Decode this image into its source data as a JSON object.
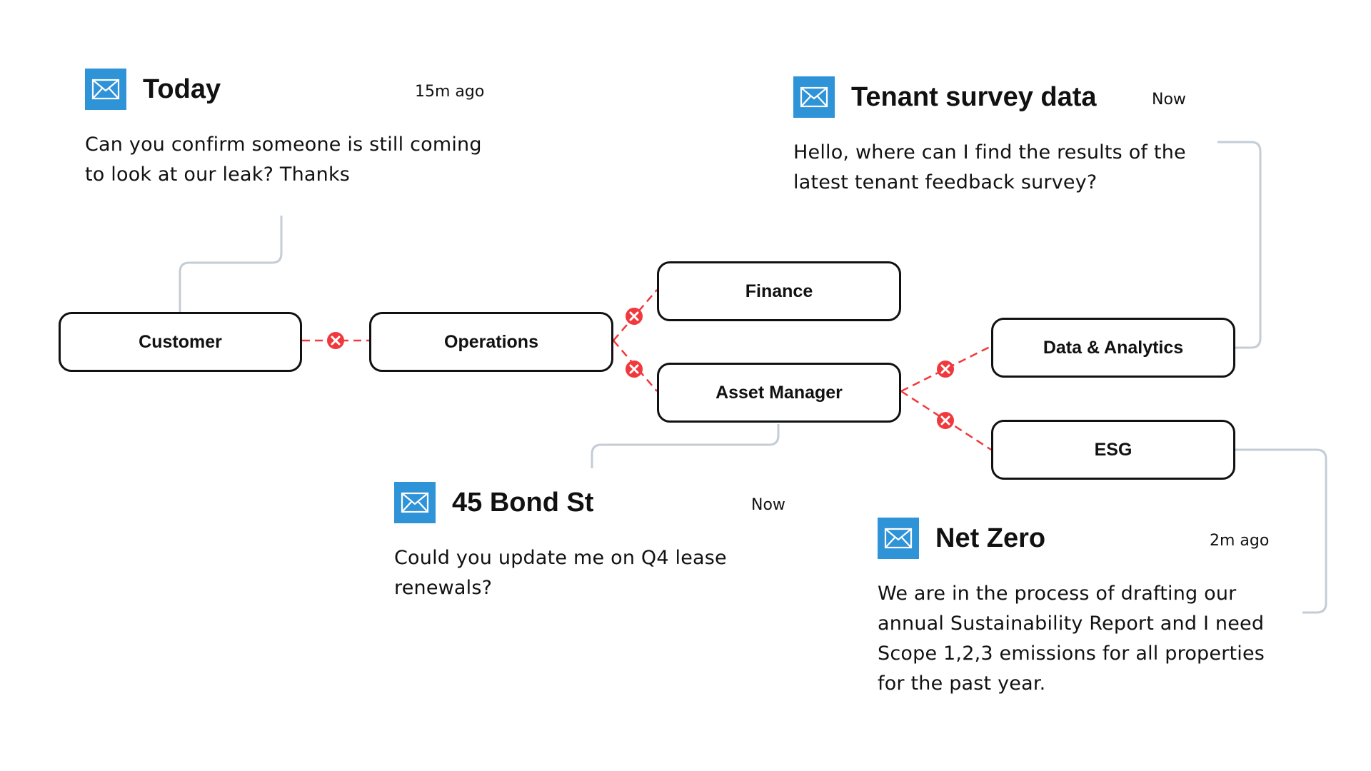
{
  "colors": {
    "node_border": "#111111",
    "dashed_link": "#f0393c",
    "error_marker": "#f0393c",
    "connector": "#c4ccd6",
    "mail_icon_bg": "#2f93d8"
  },
  "nodes": {
    "customer": "Customer",
    "operations": "Operations",
    "finance": "Finance",
    "asset_manager": "Asset Manager",
    "data_analytics": "Data & Analytics",
    "esg": "ESG"
  },
  "messages": {
    "today": {
      "icon": "mail-icon",
      "title": "Today",
      "time": "15m ago",
      "lines": [
        "Can you confirm someone is still coming",
        "to look at our leak? Thanks"
      ]
    },
    "tenant_survey": {
      "icon": "mail-icon",
      "title": "Tenant survey data",
      "time": "Now",
      "lines": [
        "Hello, where can I find the results of the",
        "latest tenant feedback survey?"
      ]
    },
    "bond_st": {
      "icon": "mail-icon",
      "title": "45 Bond St",
      "time": "Now",
      "lines": [
        "Could you update me on Q4 lease",
        "renewals?"
      ]
    },
    "net_zero": {
      "icon": "mail-icon",
      "title": "Net Zero",
      "time": "2m ago",
      "lines": [
        "We are in the process of drafting our",
        "annual Sustainability Report and I need",
        "Scope 1,2,3 emissions for all properties",
        "for the past year."
      ]
    }
  }
}
